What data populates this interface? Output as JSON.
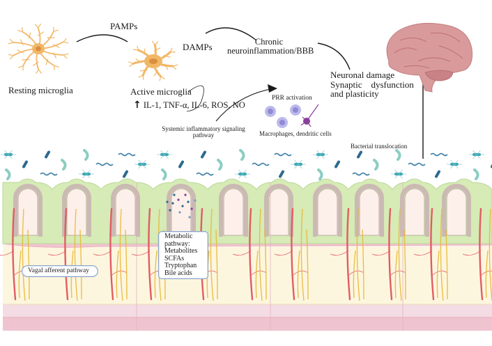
{
  "figure": {
    "title_labels": {
      "resting_microglia": "Resting microglia",
      "active_microglia": "Active microglia",
      "pamps": "PAMPs",
      "damps": "DAMPs",
      "chronic_line1": "Chronic",
      "chronic_line2": "neuroinflammation/BBB",
      "neuronal_line1": "Neuronal damage",
      "neuronal_line2": "Synaptic    dysfunction",
      "neuronal_line3": "and plasticity",
      "cytokines": "IL-1, TNF-α, IL-6, ROS, NO",
      "systemic_line1": "Systemic inflammatory signaling",
      "systemic_line2": "pathway",
      "prr_activation": "PRR activation",
      "immune_cells": "Macrophages, dendritic cells",
      "bacterial_translocation": "Bacterial translocation"
    },
    "metabolic_box": {
      "lines": [
        "Metabolic",
        "pathway:",
        "Metabolites",
        "SCFAs",
        "Tryptophan",
        "Bile acids"
      ]
    },
    "vagal_box": {
      "label": "Vagal afferent pathway"
    },
    "icons": {
      "up_arrow": "↑"
    },
    "colors": {
      "microglia": "#f2b766",
      "microglia_nucleus": "#d98f3e",
      "brain": "#d99a9c",
      "epithelium_green": "#d6ebb5",
      "villus_border": "#cbb9b4",
      "lamina": "#fdf0ea",
      "submucosa": "#fdf6df",
      "muscle_light": "#f3dce3",
      "muscle_dark": "#efc4d0",
      "blood_vessel": "#e25c64",
      "nerve": "#e8b93a",
      "bacteria_dark": "#2d6a8f",
      "bacteria_teal": "#2aa7b0",
      "bacteria_mint": "#8ccdc3",
      "macrophage": "#a9a6e0",
      "dendritic": "#8a3f9c"
    }
  }
}
